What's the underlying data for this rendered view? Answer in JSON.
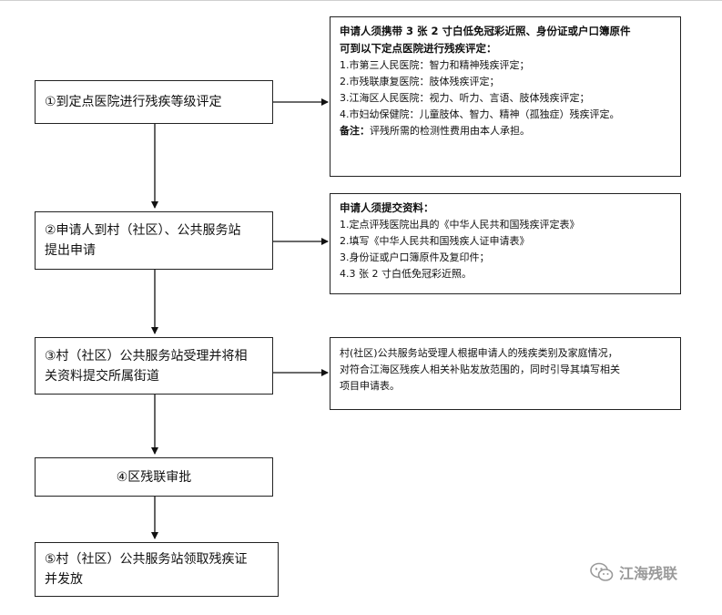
{
  "steps": [
    {
      "label": "①到定点医院进行残疾等级评定"
    },
    {
      "label_line1": "②申请人到村（社区）、公共服务站",
      "label_line2": "提出申请"
    },
    {
      "label_line1": "③村（社区）公共服务站受理并将相",
      "label_line2": "关资料提交所属街道"
    },
    {
      "label": "④区残联审批"
    },
    {
      "label_line1": "⑤村（社区）公共服务站领取残疾证",
      "label_line2": "并发放"
    }
  ],
  "notes": {
    "hospital": {
      "head_line1": "申请人须携带 3 张 2 寸白低免冠彩近照、身份证或户口簿原件",
      "head_line2": "可到以下定点医院进行残疾评定：",
      "items": [
        "1.市第三人民医院：智力和精神残疾评定；",
        "2.市残联康复医院：肢体残疾评定；",
        "3.江海区人民医院：视力、听力、言语、肢体残疾评定；",
        "4.市妇幼保健院：儿童肢体、智力、精神（孤独症）残疾评定。"
      ],
      "remark_label": "备注：",
      "remark_text": "评残所需的检测性费用由本人承担。"
    },
    "materials": {
      "head": "申请人须提交资料：",
      "items": [
        "1.定点评残医院出具的《中华人民共和国残疾评定表》",
        "2.填写《中华人民共和国残疾人证申请表》",
        "3.身份证或户口簿原件及复印件；",
        "4.3 张 2 寸白低免冠彩近照。"
      ]
    },
    "acceptance": {
      "line1": "村(社区)公共服务站受理人根据申请人的残疾类别及家庭情况，",
      "line2": "对符合江海区残疾人相关补贴发放范围的，同时引导其填写相关",
      "line3": "项目申请表。"
    }
  },
  "watermark": {
    "text": "江海残联",
    "icon": "wechat-icon"
  }
}
